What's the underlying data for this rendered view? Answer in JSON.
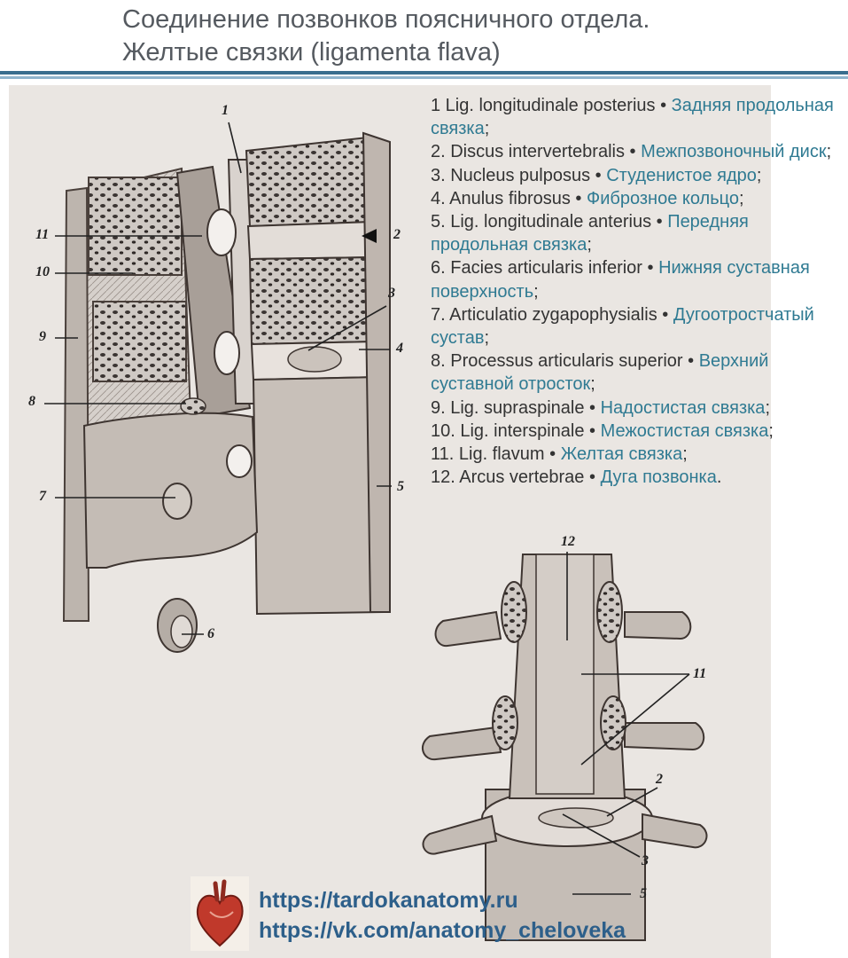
{
  "title": {
    "line1": "Соединение позвонков поясничного отдела.",
    "line2": "Желтые связки (ligamenta flava)"
  },
  "legend": [
    {
      "latin": "1 Lig. longitudinale posterius",
      "ru": "Задняя продольная связка",
      "end": ";"
    },
    {
      "latin": "2. Discus intervertebralis",
      "ru": "Межпозвоночный диск",
      "end": ";"
    },
    {
      "latin": "3. Nucleus pulposus",
      "ru": "Студенистое ядро",
      "end": ";"
    },
    {
      "latin": "4. Anulus fibrosus",
      "ru": "Фиброзное кольцо",
      "end": ";"
    },
    {
      "latin": "5. Lig. longitudinale anterius",
      "ru": "Передняя продольная связка",
      "end": ";"
    },
    {
      "latin": "6. Facies articularis inferior",
      "ru": "Нижняя суставная поверхность",
      "end": ";"
    },
    {
      "latin": "7. Articulatio zygapophysialis",
      "ru": "Дугоотростчатый сустав",
      "end": ";"
    },
    {
      "latin": "8. Processus articularis superior",
      "ru": "Верхний суставной отросток",
      "end": ";"
    },
    {
      "latin": "9. Lig. supraspinale",
      "ru": "Надостистая связка",
      "end": ";"
    },
    {
      "latin": "10. Lig. interspinale",
      "ru": "Межостистая связка",
      "end": ";"
    },
    {
      "latin": "11. Lig. flavum",
      "ru": "Желтая связка",
      "end": ";"
    },
    {
      "latin": "12. Arcus vertebrae",
      "ru": "Дуга позвонка",
      "end": "."
    }
  ],
  "separator": " • ",
  "labels": {
    "l1": "1",
    "l2": "2",
    "l3": "3",
    "l4": "4",
    "l5": "5",
    "l6": "6",
    "l7": "7",
    "l8": "8",
    "l9": "9",
    "l10": "10",
    "l11": "11",
    "b12": "12",
    "b11": "11",
    "b2": "2",
    "b3": "3",
    "b5": "5"
  },
  "footer": {
    "url1": "https://tardokanatomy.ru",
    "url2": "https://vk.com/anatomy_cheloveka"
  },
  "colors": {
    "title": "#555a60",
    "accent": "#3a6e8e",
    "russian_text": "#2f7a92",
    "footer_link": "#2d5f8a",
    "figure_bg": "#eae6e2"
  },
  "icons": {
    "logo": "heart-icon"
  }
}
